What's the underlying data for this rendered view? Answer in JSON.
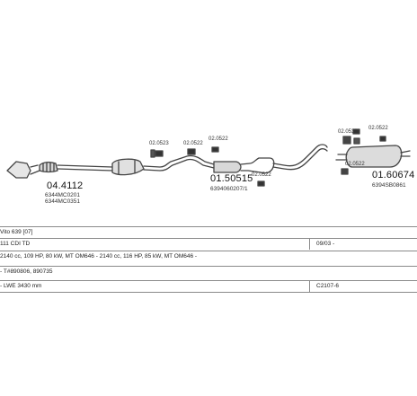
{
  "parts": {
    "p1": {
      "number": "04.4112",
      "code1": "6344MC0201",
      "code2": "6344MC0351"
    },
    "p2": {
      "number": "01.50515",
      "code1": "6394060207/1"
    },
    "p3": {
      "number": "01.60674",
      "code1": "6394SB0861"
    },
    "clamp_a": "02.0523",
    "clamp_b": "02.0522",
    "clamp_c": "02.0522",
    "clamp_d": "02.0522",
    "clamp_e": "02.0533",
    "clamp_f": "02.0522",
    "clamp_g": "02.0522"
  },
  "info": {
    "model": "Vito 639 [07]",
    "engine": "111 CDI TD",
    "date": "09/03 -",
    "spec": "2140 cc, 109 HP, 80 kW, MT OM646 - 2140 cc, 116 HP, 85 kW, MT OM646 -",
    "chassis": "- T#890806, 890735",
    "wheelbase": "- LWE 3430 mm",
    "ref": "C2107-6"
  }
}
